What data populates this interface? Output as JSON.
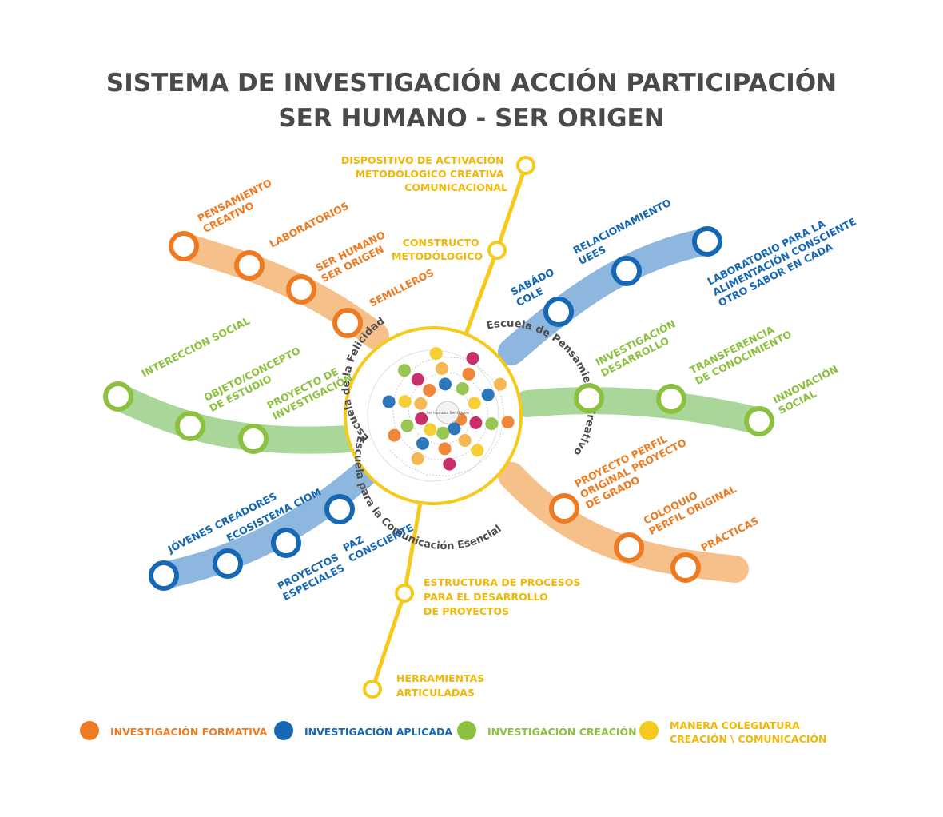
{
  "title": {
    "line1": "SISTEMA DE INVESTIGACIÓN ACCIÓN PARTICIPACIÓN",
    "line2": "SER HUMANO - SER ORIGEN"
  },
  "colors": {
    "orange": "#ee7a22",
    "orange_band": "#f5c08a",
    "blue": "#1667b4",
    "blue_band": "#8db7de",
    "green": "#8cc13f",
    "green_band": "#a9d79a",
    "yellow": "#f6c91d",
    "yellow_text": "#f2b705",
    "title": "#4a4a4a",
    "ring_text": "#4d4d4d"
  },
  "lines": {
    "orange_top": {
      "stations": [
        "PENSAMIENTO CREATIVO",
        "LABORATORIOS",
        "SER HUMANO SER ORIGEN",
        "SEMILLEROS"
      ],
      "label_lines": [
        [
          "PENSAMIENTO",
          "CREATIVO"
        ],
        [
          "LABORATORIOS"
        ],
        [
          "SER HUMANO",
          "SER ORIGEN"
        ],
        [
          "SEMILLEROS"
        ]
      ]
    },
    "green_left": {
      "label_lines": [
        [
          "INTERECCIÓN SOCIAL"
        ],
        [
          "OBJETO/CONCEPTO",
          "DE ESTUDIO"
        ],
        [
          "PROYECTO DE",
          "INVESTIGACIÓN"
        ]
      ]
    },
    "blue_left": {
      "label_lines": [
        [
          "JÓVENES CREADORES"
        ],
        [
          "ECOSISTEMA CIOM"
        ],
        [
          "PROYECTOS",
          "ESPECIALES"
        ],
        [
          "PAZ",
          "CONSCIENTE"
        ]
      ]
    },
    "blue_right": {
      "label_lines": [
        [
          "SABÁDO",
          "COLE"
        ],
        [
          "RELACIONAMIENTO",
          "UEES"
        ],
        [
          "LABORATORIO PARA LA",
          "ALIMENTACIÓN CONSCIENTE",
          "OTRO SABOR EN CADA"
        ]
      ]
    },
    "green_right": {
      "label_lines": [
        [
          "INVESTIGACIÓN",
          "DESARROLLO"
        ],
        [
          "TRANSFERENCIA",
          "DE CONOCIMIENTO"
        ],
        [
          "INNOVACIÓN",
          "SOCIAL"
        ]
      ]
    },
    "orange_bottom": {
      "label_lines": [
        [
          "PROYECTO PERFIL",
          "ORIGINAL PROYECTO",
          "DE GRADO"
        ],
        [
          "COLOQUIO",
          "PERFIL ORIGINAL"
        ],
        [
          "PRÁCTICAS"
        ]
      ]
    },
    "yellow": {
      "label_lines": [
        [
          "DISPOSITIVO DE ACTIVACIÓN",
          "METODÓLOGICO CREATIVA",
          "COMUNICACIONAL"
        ],
        [
          "CONSTRUCTO",
          "METODÓLOGICO"
        ],
        [
          "ESTRUCTURA DE PROCESOS",
          "PARA EL DESARROLLO",
          "DE PROYECTOS"
        ],
        [
          "HERRAMIENTAS",
          "ARTICULADAS"
        ]
      ]
    }
  },
  "hub": {
    "ring_top_left": "Escuela de la Felicidad",
    "ring_right": "Escuela de Pensamiento Creativo",
    "ring_bottom": "Escuela para la Comunicación Esencial",
    "center_label": "Ser Humano Ser Origen"
  },
  "legend": [
    {
      "label_lines": [
        "INVESTIGACIÓN FORMATIVA"
      ],
      "color": "#ee7a22"
    },
    {
      "label_lines": [
        "INVESTIGACIÓN APLICADA"
      ],
      "color": "#1667b4"
    },
    {
      "label_lines": [
        "INVESTIGACIÓN CREACIÓN"
      ],
      "color": "#8cc13f"
    },
    {
      "label_lines": [
        "MANERA COLEGIATURA",
        "CREACIÓN \\ COMUNICACIÓN"
      ],
      "color": "#f6c91d"
    }
  ]
}
